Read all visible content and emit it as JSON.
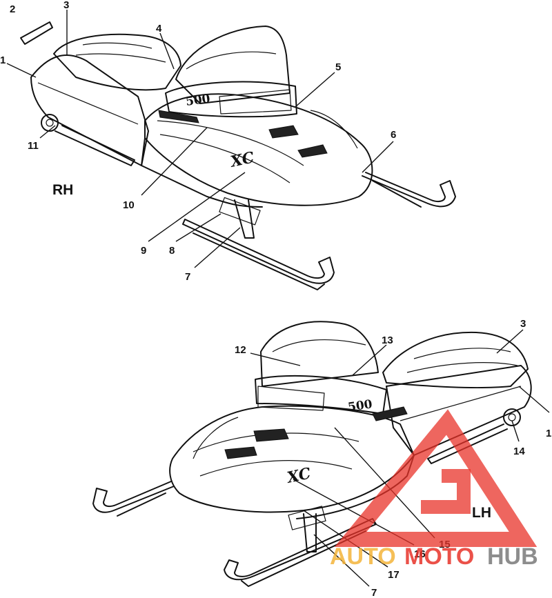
{
  "side_labels": {
    "rh": "RH",
    "lh": "LH"
  },
  "callouts_rh": [
    "2",
    "3",
    "1",
    "4",
    "5",
    "6",
    "11",
    "10",
    "9",
    "8",
    "7"
  ],
  "callouts_lh": [
    "3",
    "12",
    "13",
    "1",
    "14",
    "15",
    "16",
    "17",
    "7"
  ],
  "decal_text": {
    "model_number": "500",
    "model_name": "XC"
  },
  "watermark": {
    "auto": "AUTO",
    "moto": "MOTO",
    "hub": "HUB",
    "colors": {
      "auto": "#f4b43a",
      "moto": "#e8332a",
      "hub": "#7a7a7a",
      "triangle": "#e8332a"
    }
  }
}
